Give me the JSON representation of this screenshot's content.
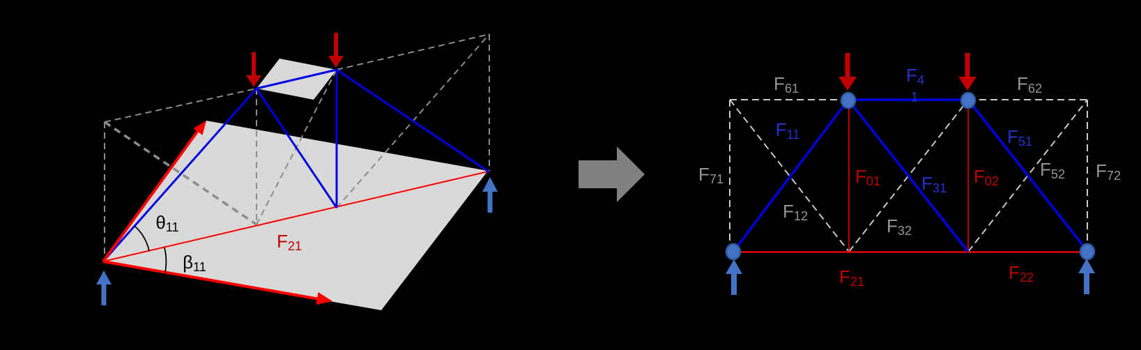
{
  "colors": {
    "background": "#000000",
    "blue_member": "#0000E0",
    "blue_label": "#2433CC",
    "node_fill": "#4472C4",
    "node_stroke": "#2E5B9B",
    "red_member": "#E60000",
    "red_label": "#C00000",
    "load_arrow_red": "#C00000",
    "vector_arrow_red": "#FF0000",
    "reaction_arrow_blue": "#4472C4",
    "dash_gray_left": "#8C8C8C",
    "dash_gray_right": "#C9C9C9",
    "gray_label": "#969696",
    "plane_fill": "#D9D9D9",
    "block_arrow_gray": "#808080",
    "angle_label_black": "#000000"
  },
  "left_figure": {
    "description": "3D perspective view of a planar truss standing on the diagonal of a gray base plane, with red basis vectors, dashed projection box and support/load arrows",
    "labels": {
      "theta11": {
        "main": "θ",
        "sub": "11"
      },
      "beta11": {
        "main": "β",
        "sub": "11"
      },
      "f21": {
        "main": "F",
        "sub": "21"
      }
    }
  },
  "transform_arrow": {
    "shape": "right-block-arrow"
  },
  "right_figure": {
    "description": "2D truss force diagram with solid blue compression members, red tension members and dashed gray virtual members",
    "labels": {
      "f61": {
        "main": "F",
        "sub": "61"
      },
      "f41_line1": {
        "main": "F",
        "sub": "4"
      },
      "f41_line2": {
        "sub": "1"
      },
      "f62": {
        "main": "F",
        "sub": "62"
      },
      "f71": {
        "main": "F",
        "sub": "71"
      },
      "f11": {
        "main": "F",
        "sub": "11"
      },
      "f51": {
        "main": "F",
        "sub": "51"
      },
      "f01": {
        "main": "F",
        "sub": "01"
      },
      "f02": {
        "main": "F",
        "sub": "02"
      },
      "f31": {
        "main": "F",
        "sub": "31"
      },
      "f52": {
        "main": "F",
        "sub": "52"
      },
      "f72": {
        "main": "F",
        "sub": "72"
      },
      "f12": {
        "main": "F",
        "sub": "12"
      },
      "f32": {
        "main": "F",
        "sub": "32"
      },
      "f21": {
        "main": "F",
        "sub": "21"
      },
      "f22": {
        "main": "F",
        "sub": "22"
      }
    }
  }
}
